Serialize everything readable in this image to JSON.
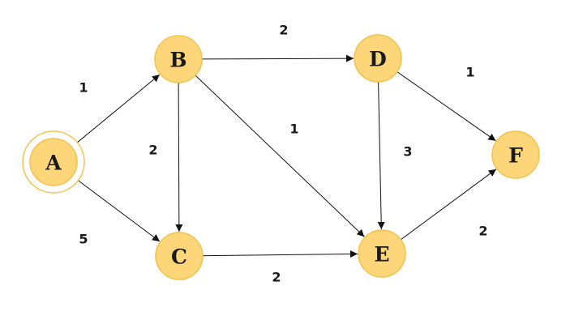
{
  "diagram": {
    "type": "directed-weighted-graph",
    "colors": {
      "node_fill": "#fdd67a",
      "node_stroke": "#f3c24a",
      "edge": "#111111",
      "text": "#1a1a1a"
    },
    "start_node": "A",
    "nodes": [
      {
        "id": "A",
        "label": "A"
      },
      {
        "id": "B",
        "label": "B"
      },
      {
        "id": "C",
        "label": "C"
      },
      {
        "id": "D",
        "label": "D"
      },
      {
        "id": "E",
        "label": "E"
      },
      {
        "id": "F",
        "label": "F"
      }
    ],
    "edges": [
      {
        "from": "A",
        "to": "B",
        "weight": "1"
      },
      {
        "from": "A",
        "to": "C",
        "weight": "5"
      },
      {
        "from": "B",
        "to": "D",
        "weight": "2"
      },
      {
        "from": "B",
        "to": "C",
        "weight": "2"
      },
      {
        "from": "B",
        "to": "E",
        "weight": "1"
      },
      {
        "from": "C",
        "to": "E",
        "weight": "2"
      },
      {
        "from": "D",
        "to": "F",
        "weight": "1"
      },
      {
        "from": "D",
        "to": "E",
        "weight": "3"
      },
      {
        "from": "E",
        "to": "F",
        "weight": "2"
      }
    ]
  }
}
